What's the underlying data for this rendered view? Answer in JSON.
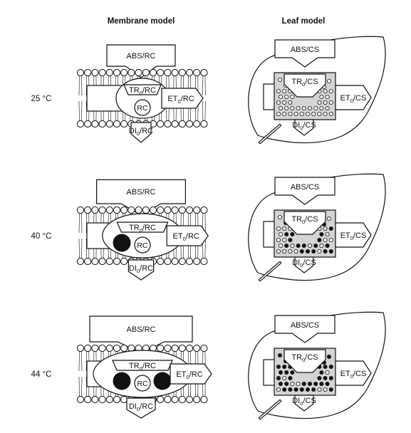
{
  "headers": {
    "membrane": "Membrane model",
    "leaf": "Leaf model"
  },
  "membrane_labels": {
    "abs": "ABS/RC",
    "tr_main": "TR",
    "tr_sub": "0",
    "tr_tail": "/RC",
    "et_main": "ET",
    "et_sub": "0",
    "et_tail": "/RC",
    "di_main": "DI",
    "di_sub": "0",
    "di_tail": "/RC",
    "rc": "RC"
  },
  "leaf_labels": {
    "abs": "ABS/CS",
    "tr_main": "TR",
    "tr_sub": "0",
    "tr_tail": "/CS",
    "et_main": "ET",
    "et_sub": "0",
    "et_tail": "/CS",
    "di_main": "DI",
    "di_sub": "0",
    "di_tail": "/CS"
  },
  "rows": [
    {
      "temperature": "25 °C",
      "closed_centers": 0
    },
    {
      "temperature": "40 °C",
      "closed_centers": 1
    },
    {
      "temperature": "44 °C",
      "closed_centers": 2
    }
  ],
  "colors": {
    "line": "#111111",
    "fill_light": "#d4d4d4",
    "fill_dark": "#111111",
    "background": "#ffffff"
  }
}
